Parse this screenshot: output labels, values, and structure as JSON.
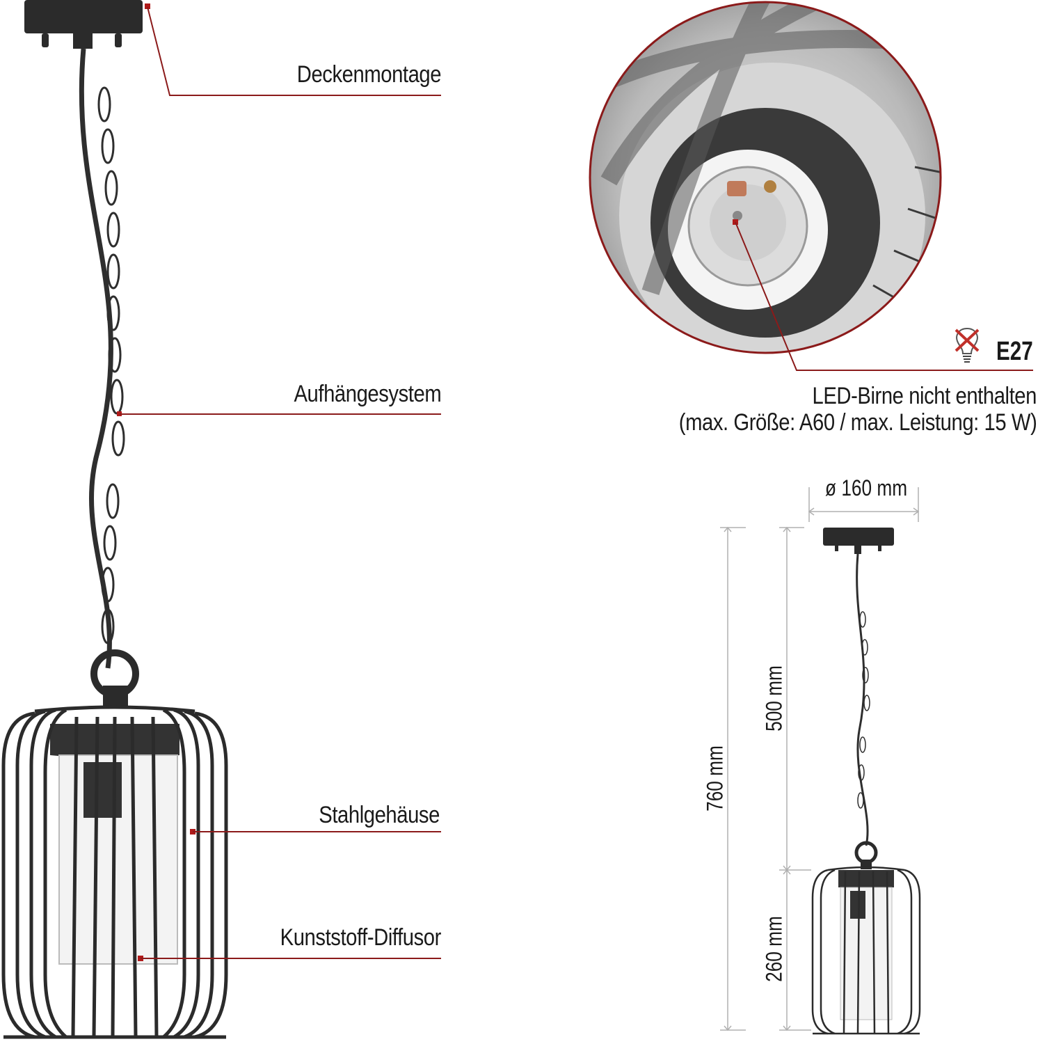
{
  "callouts": {
    "ceiling_mount": "Deckenmontage",
    "suspension": "Aufhängesystem",
    "steel_housing": "Stahlgehäuse",
    "diffuser": "Kunststoff-Diffusor"
  },
  "socket_detail": {
    "socket_type": "E27",
    "bulb_note_line1": "LED-Birne nicht enthalten",
    "bulb_note_line2": "(max. Größe: A60 / max. Leistung: 15 W)"
  },
  "dimensions": {
    "diameter": "ø 160 mm",
    "total_height": "760 mm",
    "chain_length": "500 mm",
    "body_height": "260 mm"
  },
  "colors": {
    "accent": "#8b1a1a",
    "lamp_body": "#2e2e2e",
    "dimension_lines": "#b0b0b0"
  }
}
